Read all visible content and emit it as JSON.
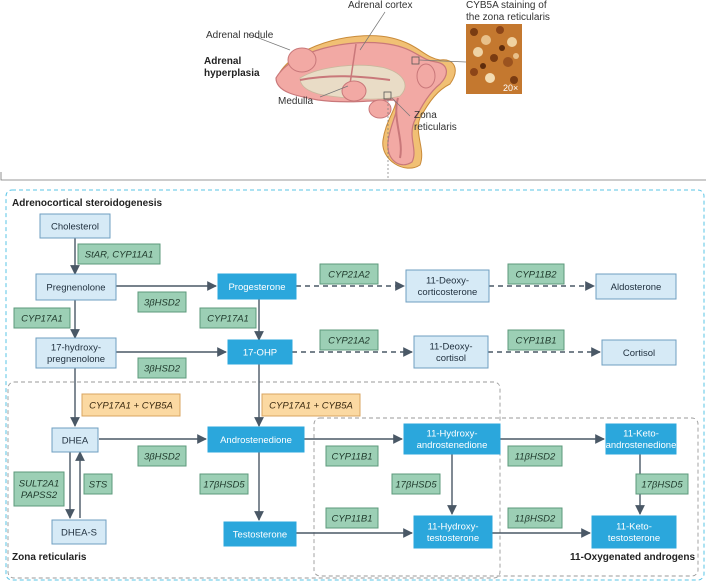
{
  "anatomy": {
    "adrenal_cortex": "Adrenal cortex",
    "adrenal_nodule": "Adrenal nodule",
    "adrenal_hyperplasia": [
      "Adrenal",
      "hyperplasia"
    ],
    "medulla": "Medulla",
    "zona_reticularis": [
      "Zona",
      "reticularis"
    ],
    "staining_caption": [
      "CYB5A staining of",
      "the zona reticularis"
    ],
    "magnification": "20×"
  },
  "sections": {
    "steroidogenesis_title": "Adrenocortical steroidogenesis",
    "zona_reticularis_title": "Zona reticularis",
    "oxygenated_title": "11-Oxygenated androgens"
  },
  "metabolites": {
    "cholesterol": [
      "Cholesterol"
    ],
    "pregnenolone": [
      "Pregnenolone"
    ],
    "progesterone": [
      "Progesterone"
    ],
    "deoxycorticosterone": [
      "11-Deoxy-",
      "corticosterone"
    ],
    "aldosterone": [
      "Aldosterone"
    ],
    "hydroxypregnenolone": [
      "17-hydroxy-",
      "pregnenolone"
    ],
    "ohp": [
      "17-OHP"
    ],
    "deoxycortisol": [
      "11-Deoxy-",
      "cortisol"
    ],
    "cortisol": [
      "Cortisol"
    ],
    "dhea": [
      "DHEA"
    ],
    "androstenedione": [
      "Androstenedione"
    ],
    "hydroxyandrostenedione": [
      "11-Hydroxy-",
      "androstenedione"
    ],
    "ketoandrostenedione": [
      "11-Keto-",
      "androstenedione"
    ],
    "dheas": [
      "DHEA-S"
    ],
    "testosterone": [
      "Testosterone"
    ],
    "hydroxytestosterone": [
      "11-Hydroxy-",
      "testosterone"
    ],
    "ketotestosterone": [
      "11-Keto-",
      "testosterone"
    ]
  },
  "enzymes": {
    "star_cyp11a1": [
      "StAR, CYP11A1"
    ],
    "hsd2_a": [
      "3βHSD2"
    ],
    "cyp21a2_a": [
      "CYP21A2"
    ],
    "cyp11b2": [
      "CYP11B2"
    ],
    "cyp17a1_a": [
      "CYP17A1"
    ],
    "cyp17a1_b": [
      "CYP17A1"
    ],
    "hsd2_b": [
      "3βHSD2"
    ],
    "cyp21a2_b": [
      "CYP21A2"
    ],
    "cyp11b1_a": [
      "CYP11B1"
    ],
    "cyp17_cyb5a_a": [
      "CYP17A1 + CYB5A"
    ],
    "cyp17_cyb5a_b": [
      "CYP17A1 + CYB5A"
    ],
    "hsd2_c": [
      "3βHSD2"
    ],
    "cyp11b1_b": [
      "CYP11B1"
    ],
    "hsd11b2_a": [
      "11βHSD2"
    ],
    "sult": [
      "SULT2A1",
      "PAPSS2"
    ],
    "sts": [
      "STS"
    ],
    "hsd17b5_a": [
      "17βHSD5"
    ],
    "hsd17b5_b": [
      "17βHSD5"
    ],
    "hsd17b5_c": [
      "17βHSD5"
    ],
    "cyp11b1_c": [
      "CYP11B1"
    ],
    "hsd11b2_b": [
      "11βHSD2"
    ]
  },
  "colors": {
    "light_box_fill": "#d6eaf6",
    "light_box_stroke": "#6f9fc0",
    "dark_box_fill": "#2ba7dc",
    "enzyme_fill": "#9ccfb5",
    "enzyme_stroke": "#5c9a7b",
    "cyb5a_fill": "#fbd9a2",
    "cyb5a_stroke": "#d9a560",
    "arrow": "#4a5866",
    "outer_dash": "#59c4e6",
    "inner_dash": "#9a9a9a"
  }
}
